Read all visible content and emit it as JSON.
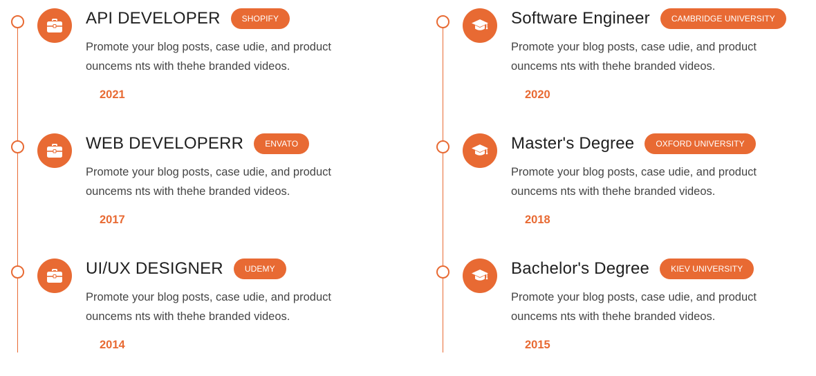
{
  "colors": {
    "accent": "#e86a33",
    "title": "#1f1f1f",
    "text": "#444444",
    "background": "#ffffff"
  },
  "experience": [
    {
      "title": "API DEVELOPER",
      "badge": "SHOPIFY",
      "desc_line1": "Promote your blog posts, case udie, and product",
      "desc_line2": "ouncems nts with thehe branded videos.",
      "year": "2021",
      "icon": "briefcase-icon"
    },
    {
      "title": "WEB DEVELOPERR",
      "badge": "ENVATO",
      "desc_line1": "Promote your blog posts, case udie, and product",
      "desc_line2": "ouncems nts with thehe branded videos.",
      "year": "2017",
      "icon": "briefcase-icon"
    },
    {
      "title": "UI/UX DESIGNER",
      "badge": "UDEMY",
      "desc_line1": "Promote your blog posts, case udie, and product",
      "desc_line2": "ouncems nts with thehe branded videos.",
      "year": "2014",
      "icon": "briefcase-icon"
    }
  ],
  "education": [
    {
      "title": "Software Engineer",
      "badge": "CAMBRIDGE UNIVERSITY",
      "desc_line1": "Promote your blog posts, case udie, and product",
      "desc_line2": "ouncems nts with thehe branded videos.",
      "year": "2020",
      "icon": "graduation-cap-icon"
    },
    {
      "title": "Master's Degree",
      "badge": "OXFORD UNIVERSITY",
      "desc_line1": "Promote your blog posts, case udie, and product",
      "desc_line2": "ouncems nts with thehe branded videos.",
      "year": "2018",
      "icon": "graduation-cap-icon"
    },
    {
      "title": "Bachelor's Degree",
      "badge": "KIEV UNIVERSITY",
      "desc_line1": "Promote your blog posts, case udie, and product",
      "desc_line2": "ouncems nts with thehe branded videos.",
      "year": "2015",
      "icon": "graduation-cap-icon"
    }
  ]
}
